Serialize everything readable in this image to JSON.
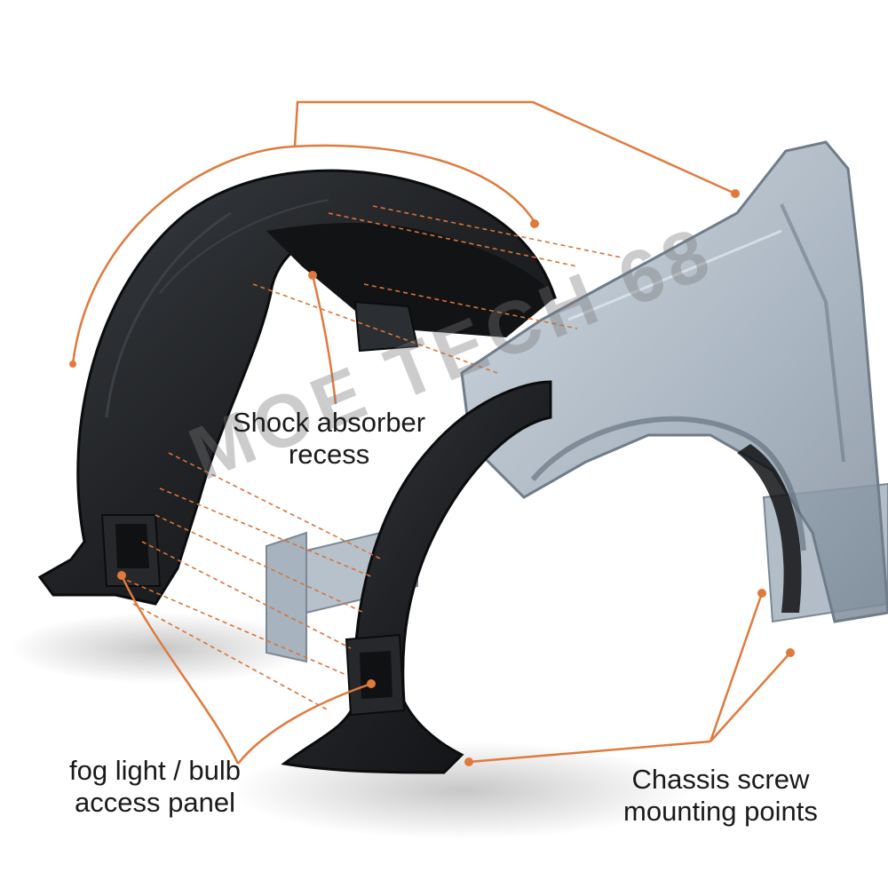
{
  "labels": {
    "shock_absorber": [
      "Shock absorber",
      "recess"
    ],
    "fog_light": [
      "fog light / bulb",
      "access panel"
    ],
    "chassis_screw": [
      "Chassis screw",
      "mounting points"
    ]
  },
  "watermark": "MOE TECH 68",
  "colors": {
    "callout_line": "#e07a3c",
    "liner": "#1f2124",
    "fender": "#9aa8b6"
  },
  "icons": [
    "fender-liner-image",
    "fender-panel-image",
    "chassis-rail-image"
  ]
}
